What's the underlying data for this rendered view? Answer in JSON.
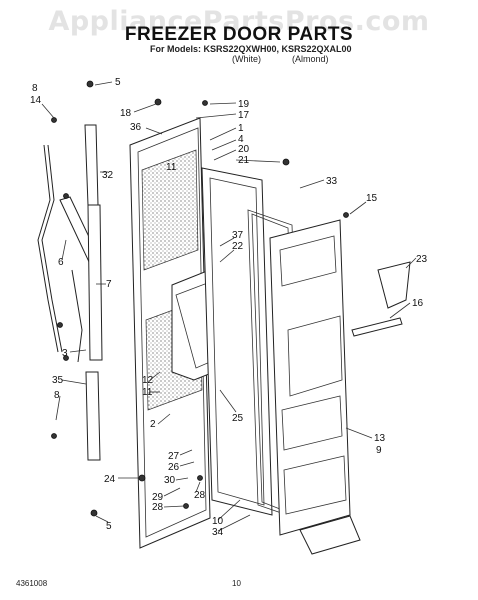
{
  "watermark": "AppliancePartsPros.com",
  "title": "FREEZER DOOR PARTS",
  "models_line": "For Models: KSRS22QXWH00, KSRS22QXAL00",
  "variants": {
    "white": "(White)",
    "almond": "(Almond)"
  },
  "footer": {
    "code": "4361008",
    "page": "10"
  },
  "labels": {
    "l8a": "8",
    "l14": "14",
    "l5a": "5",
    "l18": "18",
    "l19": "19",
    "l17": "17",
    "l36": "36",
    "l1": "1",
    "l4": "4",
    "l20": "20",
    "l21": "21",
    "l11a": "11",
    "l32": "32",
    "l33": "33",
    "l15": "15",
    "l6": "6",
    "l7": "7",
    "l37": "37",
    "l22": "22",
    "l23": "23",
    "l16": "16",
    "l3": "3",
    "l12": "12",
    "l11b": "11",
    "l35": "35",
    "l8b": "8",
    "l2": "2",
    "l25": "25",
    "l13": "13",
    "l9": "9",
    "l27": "27",
    "l26": "26",
    "l24": "24",
    "l30": "30",
    "l29": "29",
    "l28a": "28",
    "l28b": "28",
    "l10a": "10",
    "l34": "34",
    "l5b": "5"
  }
}
